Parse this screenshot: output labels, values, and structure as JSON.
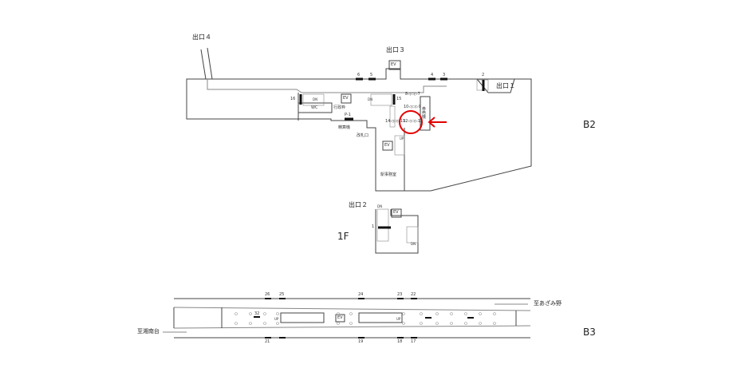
{
  "floors": {
    "b2": "B2",
    "f1": "1F",
    "b3": "B3"
  },
  "exits": {
    "exit1": "出口１",
    "exit2": "出口２",
    "exit3": "出口３",
    "exit4": "出口４"
  },
  "b2": {
    "rooms": {
      "wc": "WC",
      "admin": "行政枠",
      "ticket_machines": "券売機",
      "fare_adjust": "精算機",
      "gate": "改札口",
      "station_office": "駅事務室"
    },
    "ev": "EV",
    "p1": "P-1",
    "gates": {
      "g8_7": "8◁▭▷7",
      "g10_9": "10◁▭▷9",
      "g14_13": "14◁▭▷13",
      "g12_11": "12◁▭▷11"
    },
    "numbers": {
      "n2": "2",
      "n3": "3",
      "n4": "4",
      "n5": "5",
      "n6": "6",
      "n15": "15",
      "n16": "16"
    },
    "stair": {
      "dn": "DN",
      "up": "UP"
    }
  },
  "f1": {
    "n1": "1",
    "ev": "EV",
    "dn": "DN"
  },
  "b3": {
    "top_numbers": [
      "26",
      "25",
      "24",
      "23",
      "22"
    ],
    "bottom_numbers": [
      "21",
      "19",
      "18",
      "17"
    ],
    "n32": "32",
    "ev": "EV",
    "up": "UP",
    "dir_azamino": "至あざみ野",
    "dir_shonandai": "至湘南台"
  },
  "highlight_color": "#e30000"
}
